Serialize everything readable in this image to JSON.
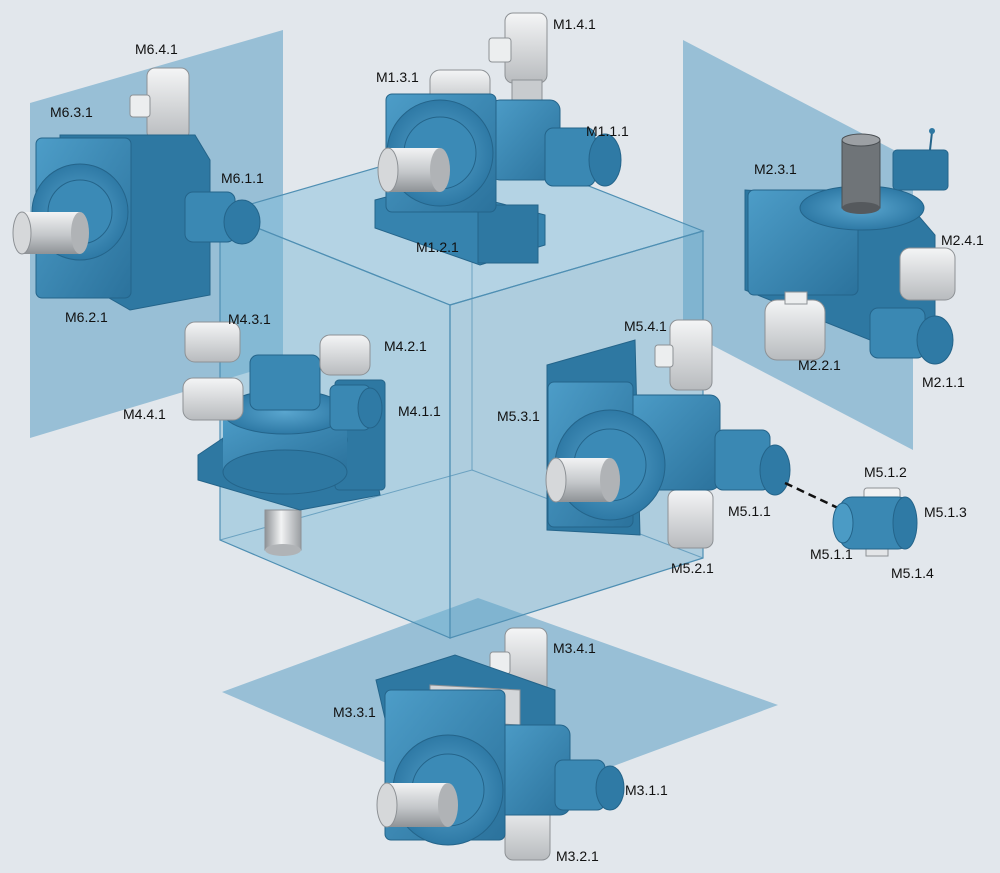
{
  "colors": {
    "background": "#e2e7ec",
    "plane_fill": "#5b9fc4",
    "cube_fill": "#6ab0d2",
    "gearbox_blue": "#3f8fba",
    "gearbox_dark": "#2a6f98",
    "motor_grey": "#d8dadc",
    "shaft_grey": "#c9cccf",
    "label_color": "#111111"
  },
  "labels": {
    "m1_4_1": "M1.4.1",
    "m1_3_1": "M1.3.1",
    "m1_1_1": "M1.1.1",
    "m1_2_1": "M1.2.1",
    "m6_4_1": "M6.4.1",
    "m6_3_1": "M6.3.1",
    "m6_1_1": "M6.1.1",
    "m6_2_1": "M6.2.1",
    "m2_3_1": "M2.3.1",
    "m2_4_1": "M2.4.1",
    "m2_2_1": "M2.2.1",
    "m2_1_1": "M2.1.1",
    "m4_3_1": "M4.3.1",
    "m4_2_1": "M4.2.1",
    "m4_4_1": "M4.4.1",
    "m4_1_1": "M4.1.1",
    "m5_4_1": "M5.4.1",
    "m5_3_1": "M5.3.1",
    "m5_1_1": "M5.1.1",
    "m5_2_1": "M5.2.1",
    "m5_1_2": "M5.1.2",
    "m5_1_3": "M5.1.3",
    "m5_1_1_detail": "M5.1.1",
    "m5_1_4": "M5.1.4",
    "m3_4_1": "M3.4.1",
    "m3_3_1": "M3.3.1",
    "m3_1_1": "M3.1.1",
    "m3_2_1": "M3.2.1"
  }
}
